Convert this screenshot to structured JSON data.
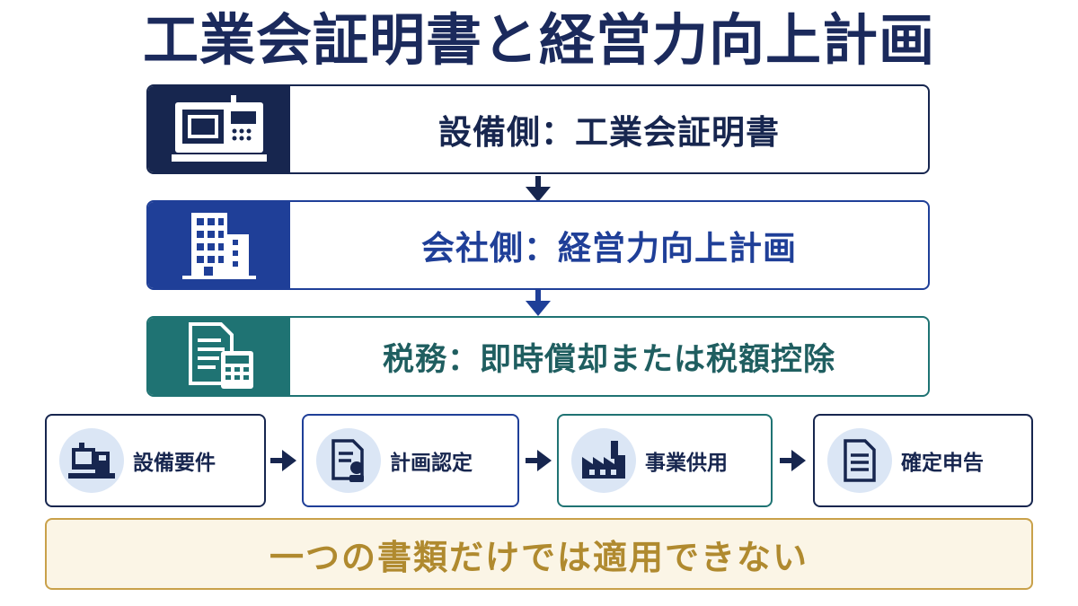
{
  "title": "工業会証明書と経営力向上計画",
  "rows": [
    {
      "label": "設備側：工業会証明書",
      "icon": "machine-tool-icon",
      "color": "#17264f"
    },
    {
      "label": "会社側：経営力向上計画",
      "icon": "office-building-icon",
      "color": "#1f3f98"
    },
    {
      "label": "税務：即時償却または税額控除",
      "icon": "document-calculator-icon",
      "color": "#1f7373"
    }
  ],
  "steps": [
    {
      "label": "設備要件",
      "icon": "machine-icon"
    },
    {
      "label": "計画認定",
      "icon": "certified-document-icon"
    },
    {
      "label": "事業供用",
      "icon": "factory-icon"
    },
    {
      "label": "確定申告",
      "icon": "document-icon"
    }
  ],
  "banner": "一つの書類だけでは適用できない"
}
